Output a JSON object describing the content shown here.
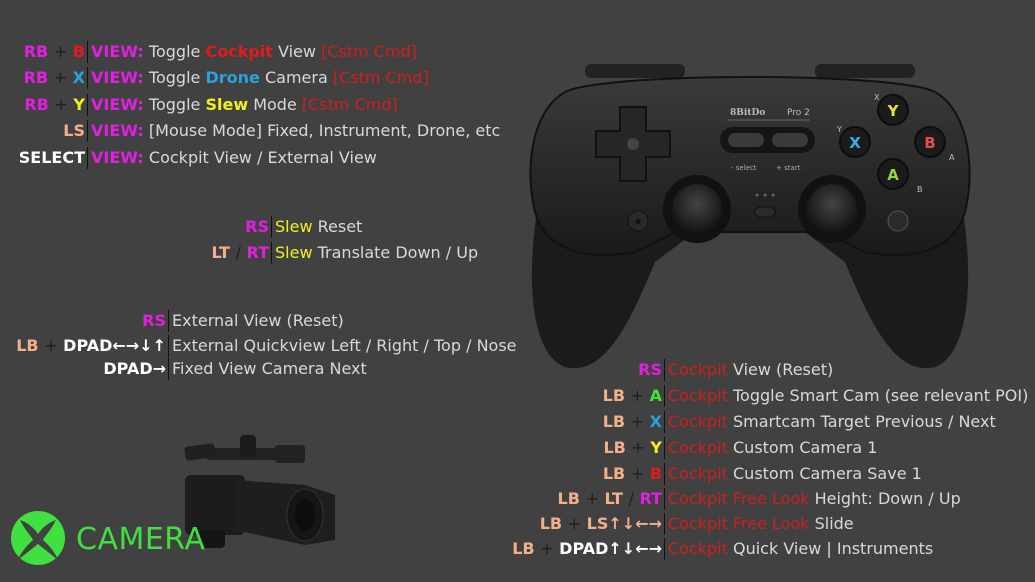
{
  "colors": {
    "background": "#414141",
    "magenta": "#e020e0",
    "red": "#e01b1b",
    "blue": "#29a3e0",
    "yellow": "#f0f020",
    "green": "#3be53b",
    "peach": "#f2b08a",
    "white": "#ffffff",
    "gray_text": "#d9d9d9",
    "xbox_green": "#3fe03f"
  },
  "view_block": [
    {
      "k1": "RB",
      "k2": "B",
      "prefix": "VIEW:",
      "d1": "Toggle",
      "d2": "Cockpit",
      "d3": "View",
      "tag": "[Cstm Cmd]"
    },
    {
      "k1": "RB",
      "k2": "X",
      "prefix": "VIEW:",
      "d1": "Toggle",
      "d2": "Drone",
      "d3": "Camera ",
      "tag": "[Cstm Cmd]"
    },
    {
      "k1": "RB",
      "k2": "Y",
      "prefix": "VIEW:",
      "d1": "Toggle",
      "d2": "Slew",
      "d3": "Mode",
      "tag": "[Cstm Cmd]"
    },
    {
      "k1": "LS",
      "prefix": "VIEW:",
      "d1": "[Mouse Mode] Fixed, Instrument, Drone, etc"
    },
    {
      "k1": "SELECT",
      "prefix": "VIEW:",
      "d1": "Cockpit View / External View"
    }
  ],
  "slew_block": [
    {
      "k1": "RS",
      "prefix": "Slew",
      "d1": "Reset"
    },
    {
      "k1": "LT",
      "sep": "/",
      "k2": "RT",
      "prefix": "Slew",
      "d1": "Translate Down / Up"
    }
  ],
  "external_block": [
    {
      "k1": "RS",
      "d1": "External View (Reset)"
    },
    {
      "k1": "LB",
      "k2": "DPAD←→↓↑",
      "d1": "External Quickview Left / Right / Top / Nose"
    },
    {
      "k1": "DPAD→",
      "d1": "Fixed View Camera Next"
    }
  ],
  "cockpit_block": [
    {
      "k1": "RS",
      "prefix": "Cockpit",
      "d1": "View (Reset)"
    },
    {
      "k1": "LB",
      "k2": "A",
      "prefix": "Cockpit",
      "d1": "Toggle Smart Cam (see relevant POI)"
    },
    {
      "k1": "LB",
      "k2": "X",
      "prefix": "Cockpit",
      "d1": "Smartcam Target Previous / Next"
    },
    {
      "k1": "LB",
      "k2": "Y",
      "prefix": "Cockpit",
      "d1": "Custom Camera 1"
    },
    {
      "k1": "LB",
      "k2": "B",
      "prefix": "Cockpit",
      "d1": "Custom Camera Save 1"
    },
    {
      "k1": "LB",
      "k2": "LT",
      "sep": "/",
      "k3": "RT",
      "prefix": "Cockpit Free Look",
      "d1": "Height: Down / Up"
    },
    {
      "k1": "LB",
      "k2": "LS↑↓←→",
      "prefix": "Cockpit Free Look",
      "d1": "Slide"
    },
    {
      "k1": "LB",
      "k2": "DPAD",
      "k2b": "↑↓←→",
      "prefix": "Cockpit",
      "d1": "Quick View | Instruments"
    }
  ],
  "plus": "+",
  "controller": {
    "brand": "8BitDo",
    "model": "Pro 2",
    "select_label": "- select",
    "start_label": "+ start",
    "buttons": {
      "Y": "Y",
      "X": "X",
      "B": "B",
      "A": "A"
    },
    "alt_labels": {
      "X": "X",
      "Y": "Y",
      "A": "A",
      "B": "B"
    }
  },
  "logo": {
    "label": "CAMERA"
  }
}
